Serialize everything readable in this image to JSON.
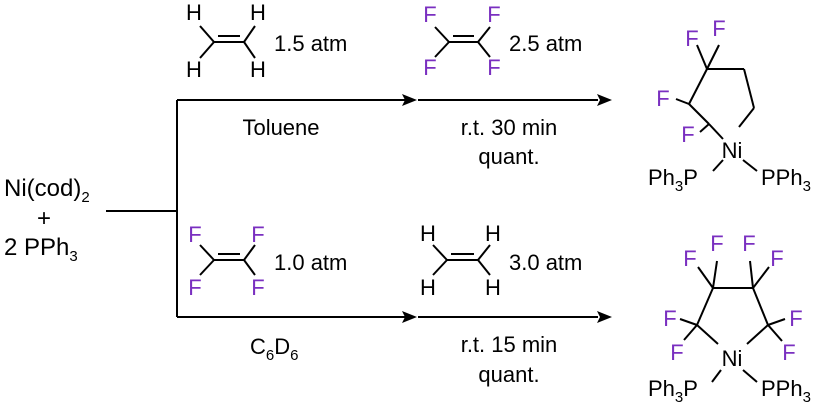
{
  "colors": {
    "fluorine": "#7a2fc0",
    "ink": "#000000"
  },
  "start": {
    "reagent": "Ni(cod)",
    "reagent_sub": "2",
    "plus": "+",
    "ligand_prefix": "2 PPh",
    "ligand_sub": "3"
  },
  "top_route": {
    "gas1": {
      "atoms": [
        "H",
        "H",
        "H",
        "H"
      ],
      "pressure": "1.5 atm"
    },
    "solvent": "Toluene",
    "gas2": {
      "atoms": [
        "F",
        "F",
        "F",
        "F"
      ],
      "pressure": "2.5 atm"
    },
    "conditions": "r.t. 30 min",
    "yield": "quant.",
    "product": {
      "f_atoms": [
        "F",
        "F",
        "F",
        "F"
      ],
      "metal": "Ni",
      "ligand_left": "Ph",
      "ligand_left_sub": "3",
      "ligand_left_suffix": "P",
      "ligand_right": "PPh",
      "ligand_right_sub": "3"
    }
  },
  "bottom_route": {
    "gas1": {
      "atoms": [
        "F",
        "F",
        "F",
        "F"
      ],
      "pressure": "1.0 atm"
    },
    "solvent": {
      "c": "C",
      "c_sub": "6",
      "d": "D",
      "d_sub": "6"
    },
    "gas2": {
      "atoms": [
        "H",
        "H",
        "H",
        "H"
      ],
      "pressure": "3.0 atm"
    },
    "conditions": "r.t. 15 min",
    "yield": "quant.",
    "product": {
      "f_atoms": [
        "F",
        "F",
        "F",
        "F",
        "F",
        "F",
        "F",
        "F"
      ],
      "metal": "Ni",
      "ligand_left": "Ph",
      "ligand_left_sub": "3",
      "ligand_left_suffix": "P",
      "ligand_right": "PPh",
      "ligand_right_sub": "3"
    }
  }
}
